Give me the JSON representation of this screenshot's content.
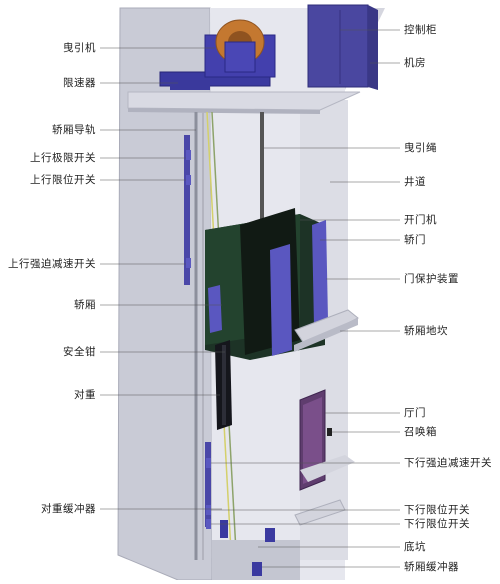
{
  "diagram": {
    "left_labels": [
      {
        "id": "traction-machine",
        "text": "曳引机"
      },
      {
        "id": "speed-governor",
        "text": "限速器"
      },
      {
        "id": "car-guide-rail",
        "text": "轿厢导轨"
      },
      {
        "id": "up-final-limit-switch",
        "text": "上行极限开关"
      },
      {
        "id": "up-limit-switch",
        "text": "上行限位开关"
      },
      {
        "id": "up-forced-decel-switch",
        "text": "上行强迫减速开关"
      },
      {
        "id": "car",
        "text": "轿厢"
      },
      {
        "id": "safety-gear",
        "text": "安全钳"
      },
      {
        "id": "counterweight",
        "text": "对重"
      },
      {
        "id": "counterweight-buffer",
        "text": "对重缓冲器"
      }
    ],
    "right_labels": [
      {
        "id": "control-cabinet",
        "text": "控制柜"
      },
      {
        "id": "machine-room",
        "text": "机房"
      },
      {
        "id": "hoist-rope",
        "text": "曳引绳"
      },
      {
        "id": "hoistway",
        "text": "井道"
      },
      {
        "id": "door-operator",
        "text": "开门机"
      },
      {
        "id": "car-door",
        "text": "轿门"
      },
      {
        "id": "door-protection-device",
        "text": "门保护装置"
      },
      {
        "id": "car-sill",
        "text": "轿厢地坎"
      },
      {
        "id": "landing-door",
        "text": "厅门"
      },
      {
        "id": "call-box",
        "text": "召唤箱"
      },
      {
        "id": "down-forced-decel-switch",
        "text": "下行强迫减速开关"
      },
      {
        "id": "down-limit-switch",
        "text": "下行限位开关"
      },
      {
        "id": "down-final-limit-switch",
        "text": "下行限位开关"
      },
      {
        "id": "pit",
        "text": "底坑"
      },
      {
        "id": "car-buffer",
        "text": "轿厢缓冲器"
      }
    ]
  }
}
